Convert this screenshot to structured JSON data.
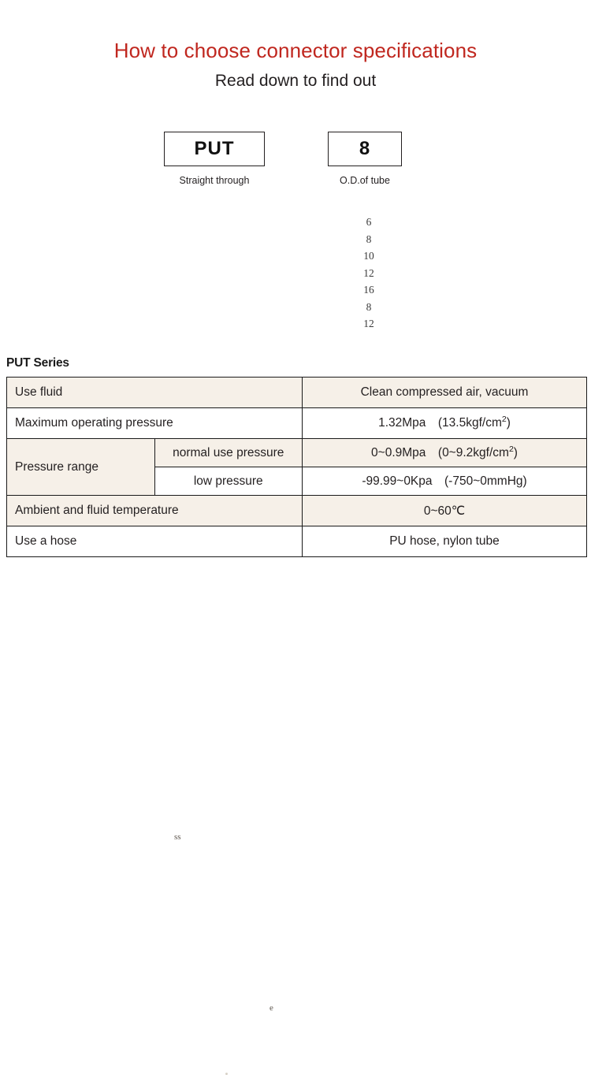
{
  "header": {
    "title": "How to choose connector specifications",
    "subtitle": "Read down to find out",
    "title_color": "#c0271f"
  },
  "selector": {
    "series_box": {
      "code": "PUT",
      "caption": "Straight through"
    },
    "size_box": {
      "code": "8",
      "caption": "O.D.of tube"
    },
    "size_options": [
      "6",
      "8",
      "10",
      "12",
      "16",
      "8",
      "12"
    ]
  },
  "spec": {
    "heading": "PUT Series",
    "tint_color": "#f6f0e8",
    "rows": [
      {
        "label": "Use fluid",
        "value": "Clean compressed air, vacuum"
      },
      {
        "label": "Maximum operating pressure",
        "value": "1.32Mpa (13.5kgf/cm",
        "value_sup": "2",
        "value_tail": ")"
      },
      {
        "label": "Pressure range",
        "sub": [
          {
            "sublabel": "normal use pressure",
            "value": "0~0.9Mpa (0~9.2kgf/cm",
            "value_sup": "2",
            "value_tail": ")"
          },
          {
            "sublabel": "low pressure",
            "value": "-99.99~0Kpa (-750~0mmHg)"
          }
        ]
      },
      {
        "label": "Ambient and fluid temperature",
        "value": "0~60℃"
      },
      {
        "label": "Use a hose",
        "value": "PU hose, nylon tube"
      }
    ]
  },
  "artifacts": {
    "overlap_ss": "ss",
    "overlap_e": "e"
  }
}
